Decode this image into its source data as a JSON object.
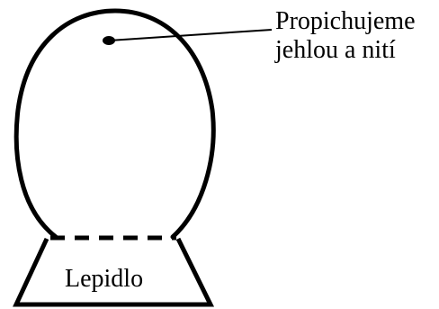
{
  "diagram": {
    "callout_line1": "Propichujeme",
    "callout_line2": "jehlou a nití",
    "base_label": "Lepidlo"
  }
}
